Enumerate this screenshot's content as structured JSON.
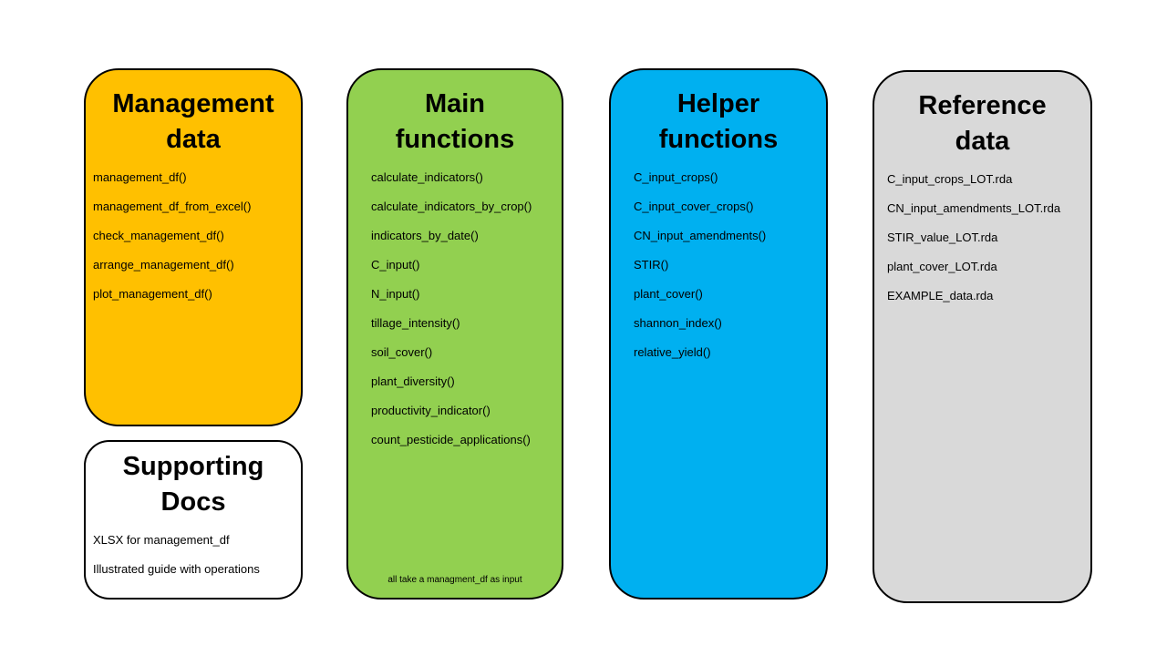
{
  "diagram": {
    "background_color": "#FFFFFF",
    "border_color": "#000000",
    "text_color": "#000000",
    "boxes": [
      {
        "id": "management-data",
        "title": "Management data",
        "color": "#FFC000",
        "items": [
          "management_df()",
          "management_df_from_excel()",
          "check_management_df()",
          "arrange_management_df()",
          "plot_management_df()"
        ]
      },
      {
        "id": "supporting-docs",
        "title": "Supporting Docs",
        "color": "#FFFFFF",
        "items": [
          "XLSX for management_df",
          "Illustrated guide with operations"
        ]
      },
      {
        "id": "main-functions",
        "title": "Main functions",
        "color": "#92D050",
        "items": [
          "calculate_indicators()",
          "calculate_indicators_by_crop()",
          "indicators_by_date()",
          "C_input()",
          "N_input()",
          "tillage_intensity()",
          "soil_cover()",
          "plant_diversity()",
          "productivity_indicator()",
          "count_pesticide_applications()"
        ],
        "footnote": "all take a managment_df as input"
      },
      {
        "id": "helper-functions",
        "title": "Helper functions",
        "color": "#00B0F0",
        "items": [
          "C_input_crops()",
          "C_input_cover_crops()",
          "CN_input_amendments()",
          "STIR()",
          "plant_cover()",
          "shannon_index()",
          "relative_yield()"
        ]
      },
      {
        "id": "reference-data",
        "title": "Reference data",
        "color": "#D9D9D9",
        "items": [
          "C_input_crops_LOT.rda",
          "CN_input_amendments_LOT.rda",
          "STIR_value_LOT.rda",
          "plant_cover_LOT.rda",
          "EXAMPLE_data.rda"
        ]
      }
    ]
  }
}
